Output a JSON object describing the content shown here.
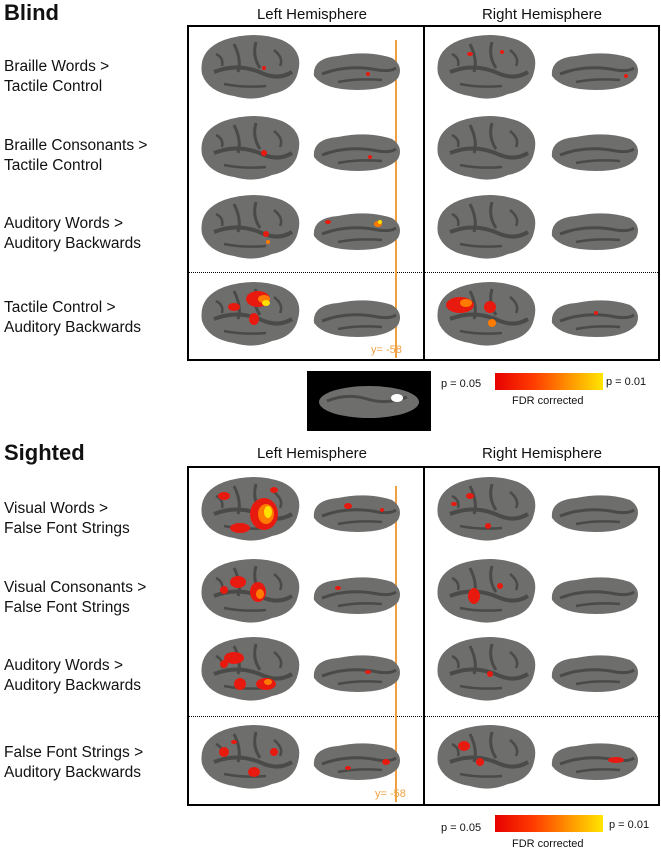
{
  "blind": {
    "title": "Blind",
    "left_hemisphere": "Left Hemisphere",
    "right_hemisphere": "Right Hemisphere",
    "rows": [
      {
        "line1": "Braille Words >",
        "line2": "Tactile Control"
      },
      {
        "line1": "Braille Consonants >",
        "line2": "Tactile Control"
      },
      {
        "line1": "Auditory Words >",
        "line2": "Auditory Backwards"
      },
      {
        "line1": "Tactile Control >",
        "line2": "Auditory Backwards"
      }
    ],
    "y_label": "y= -58",
    "legend": {
      "p_low": "p = 0.05",
      "p_high": "p = 0.01",
      "caption": "FDR corrected"
    }
  },
  "sighted": {
    "title": "Sighted",
    "left_hemisphere": "Left Hemisphere",
    "right_hemisphere": "Right Hemisphere",
    "rows": [
      {
        "line1": "Visual Words >",
        "line2": "False Font Strings"
      },
      {
        "line1": "Visual Consonants >",
        "line2": "False Font Strings"
      },
      {
        "line1": "Auditory Words >",
        "line2": "Auditory Backwards"
      },
      {
        "line1": "False Font Strings >",
        "line2": "Auditory Backwards"
      }
    ],
    "y_label": "y= -58",
    "legend": {
      "p_low": "p = 0.05",
      "p_high": "p = 0.01",
      "caption": "FDR corrected"
    }
  },
  "colors": {
    "colormap_low": "#e60000",
    "colormap_high": "#ffe600",
    "y_line": "#f0a040",
    "brain": "#6e6e6c",
    "sulci": "#4a4a48"
  }
}
